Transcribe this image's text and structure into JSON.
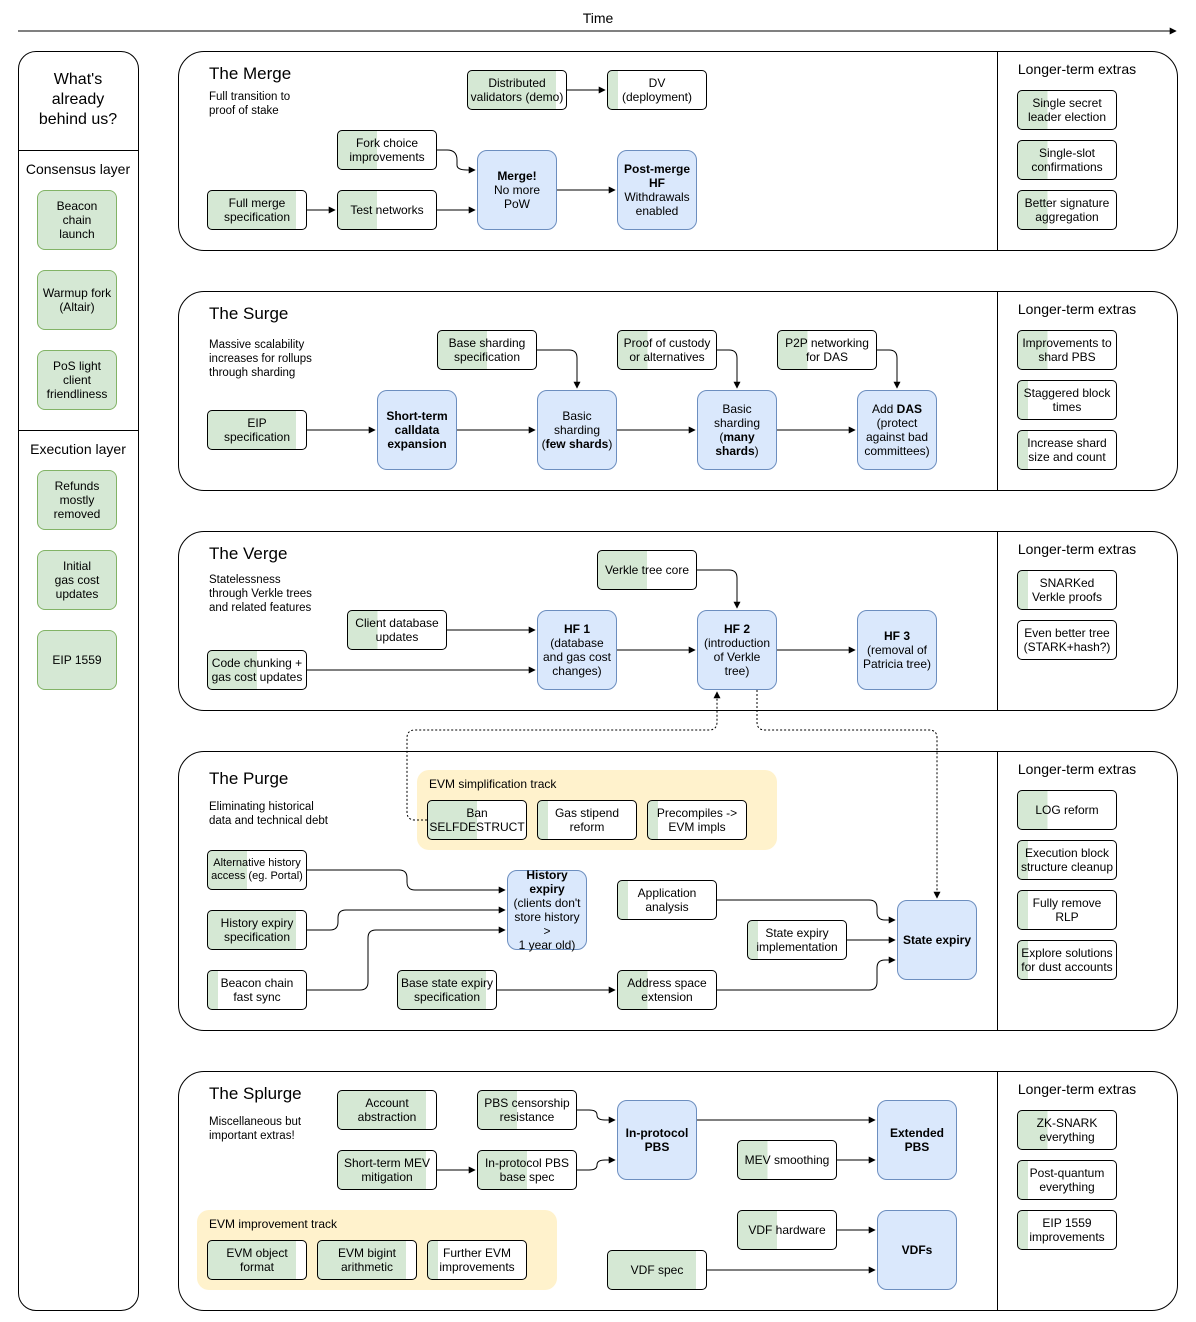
{
  "time_label": "Time",
  "left": {
    "title": "What's\nalready\nbehind us?",
    "consensus_label": "Consensus layer",
    "consensus": [
      "Beacon\nchain\nlaunch",
      "Warmup fork\n(Altair)",
      "PoS light\nclient\nfriendliness"
    ],
    "execution_label": "Execution layer",
    "execution": [
      "Refunds\nmostly\nremoved",
      "Initial\ngas cost\nupdates",
      "EIP 1559"
    ]
  },
  "extras_label": "Longer-term extras",
  "merge": {
    "title": "The Merge",
    "subtitle": "Full transition to\nproof of stake",
    "nodes": {
      "dv_demo": "Distributed\nvalidators (demo)",
      "dv_deploy": "DV\n(deployment)",
      "fork_choice": "Fork choice\nimprovements",
      "full_spec": "Full merge\nspecification",
      "test_networks": "Test networks",
      "merge_bold": "Merge!",
      "merge_rest": "No more\nPoW",
      "postmerge_bold": "Post-merge\nHF",
      "postmerge_rest": "Withdrawals\nenabled"
    },
    "extras": [
      "Single secret\nleader election",
      "Single-slot\nconfirmations",
      "Better signature\naggregation"
    ]
  },
  "surge": {
    "title": "The Surge",
    "subtitle": "Massive scalability\nincreases for rollups\nthrough sharding",
    "nodes": {
      "base_spec": "Base sharding\nspecification",
      "proof_custody": "Proof of custody\nor alternatives",
      "p2p": "P2P networking\nfor DAS",
      "eip_spec": "EIP\nspecification",
      "calldata": "Short-term\ncalldata\nexpansion",
      "few_a": "Basic\nsharding\n(",
      "few_b": "few shards",
      "few_c": ")",
      "many_a": "Basic\nsharding\n(",
      "many_b": "many\nshards",
      "many_c": ")",
      "das_a": "Add ",
      "das_b": "DAS",
      "das_c": "\n(protect\nagainst bad\ncommittees)"
    },
    "extras": [
      "Improvements to\nshard PBS",
      "Staggered block\ntimes",
      "Increase shard\nsize and count"
    ]
  },
  "verge": {
    "title": "The Verge",
    "subtitle": "Statelessness\nthrough Verkle trees\nand related features",
    "nodes": {
      "verkle_core": "Verkle tree core",
      "client_db": "Client database\nupdates",
      "code_chunk": "Code chunking +\ngas cost updates",
      "hf1_bold": "HF 1",
      "hf1_rest": "(database\nand gas cost\nchanges)",
      "hf2_bold": "HF 2",
      "hf2_rest": "(introduction\nof Verkle\ntree)",
      "hf3_bold": "HF 3",
      "hf3_rest": "(removal of\nPatricia tree)"
    },
    "extras": [
      "SNARKed\nVerkle proofs",
      "Even better tree\n(STARK+hash?)"
    ]
  },
  "purge": {
    "title": "The Purge",
    "subtitle": "Eliminating historical\ndata and technical debt",
    "track": "EVM simplification track",
    "nodes": {
      "ban_sd": "Ban\nSELFDESTRUCT",
      "gas_stipend": "Gas stipend\nreform",
      "precompiles": "Precompiles ->\nEVM impls",
      "alt_history": "Alternative history\naccess (eg. Portal)",
      "hist_spec": "History expiry\nspecification",
      "beacon_sync": "Beacon chain\nfast sync",
      "hist_bold": "History\nexpiry",
      "hist_rest": "(clients don't\nstore history >\n1 year old)",
      "app_analysis": "Application\nanalysis",
      "state_impl": "State expiry\nimplementation",
      "base_state": "Base state expiry\nspecification",
      "addr_space": "Address space\nextension",
      "state_expiry": "State expiry"
    },
    "extras": [
      "LOG reform",
      "Execution block\nstructure cleanup",
      "Fully remove\nRLP",
      "Explore solutions\nfor dust accounts"
    ]
  },
  "splurge": {
    "title": "The Splurge",
    "subtitle": "Miscellaneous but\nimportant extras!",
    "track": "EVM improvement track",
    "nodes": {
      "acct_abs": "Account\nabstraction",
      "pbs_cens": "PBS censorship\nresistance",
      "short_mev": "Short-term MEV\nmitigation",
      "inproto_spec": "In-protocol PBS\nbase spec",
      "inproto_pbs": "In-protocol\nPBS",
      "extended_pbs": "Extended\nPBS",
      "mev_smooth": "MEV smoothing",
      "vdf_hw": "VDF hardware",
      "vdf_spec": "VDF spec",
      "vdfs": "VDFs",
      "eof": "EVM object\nformat",
      "bigint": "EVM bigint\narithmetic",
      "further_evm": "Further EVM\nimprovements"
    },
    "extras": [
      "ZK-SNARK\neverything",
      "Post-quantum\neverything",
      "EIP 1559\nimprovements"
    ]
  }
}
